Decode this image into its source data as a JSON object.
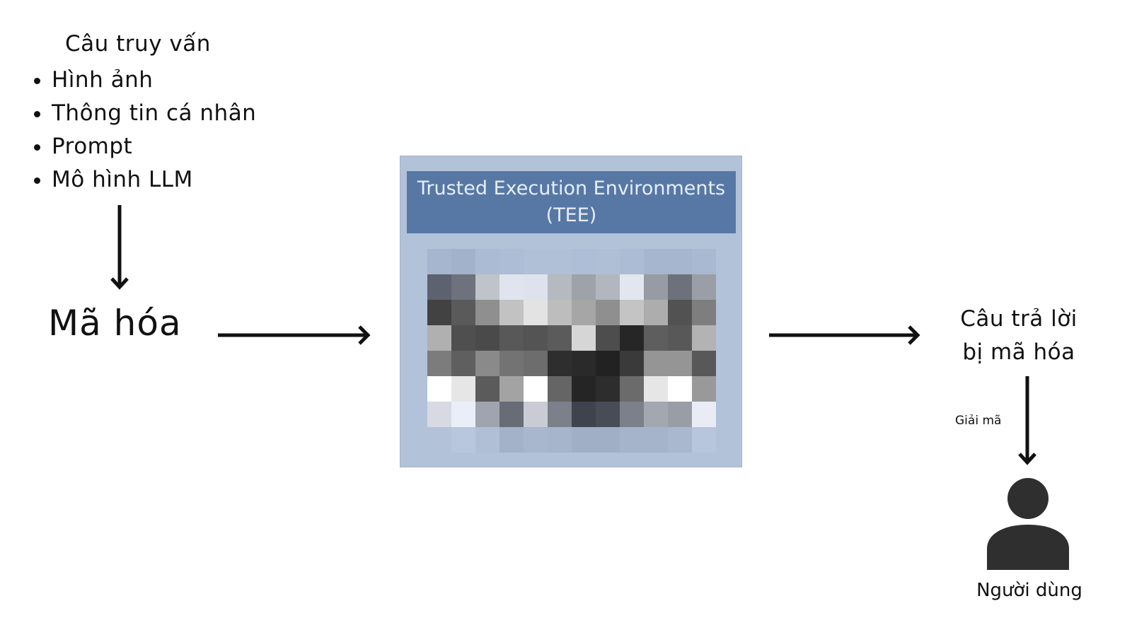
{
  "query": {
    "title": "Câu truy vấn",
    "items": [
      "Hình ảnh",
      "Thông tin cá nhân",
      "Prompt",
      "Mô hình LLM"
    ]
  },
  "encrypt_label": "Mã hóa",
  "tee": {
    "title_line1": "Trusted Execution Environments",
    "title_line2": "(TEE)",
    "header_color": "#5778a5",
    "box_color": "#b1c2d9"
  },
  "answer": {
    "line1": "Câu trả lời",
    "line2": "bị mã hóa"
  },
  "decrypt_label": "Giải mã",
  "user_label": "Người dùng",
  "icons": {
    "user": "user-icon",
    "encrypted_data": "pixelated-data-image"
  }
}
